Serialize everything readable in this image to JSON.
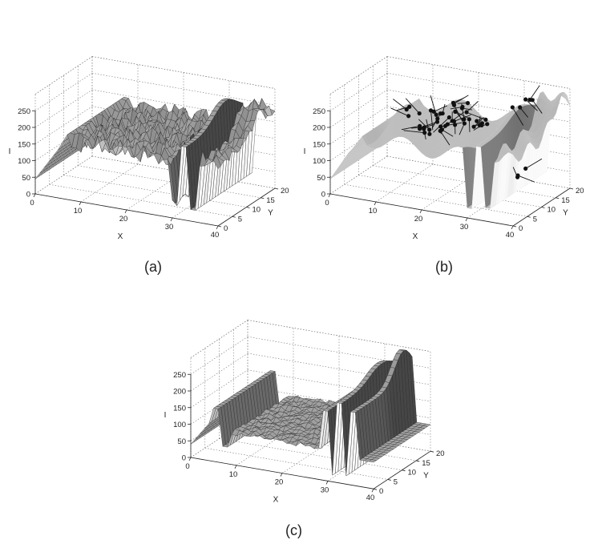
{
  "chart_data": [
    {
      "type": "surface",
      "panel_label": "(a)",
      "surface_style": "wireframe-mesh",
      "xlabel": "X",
      "ylabel": "Y",
      "zlabel": "I",
      "xlim": [
        0,
        40
      ],
      "ylim": [
        0,
        20
      ],
      "zlim": [
        0,
        250
      ],
      "x_ticks": [
        "0",
        "10",
        "20",
        "30",
        "40"
      ],
      "y_ticks": [
        "0",
        "5",
        "10",
        "15",
        "20"
      ],
      "z_ticks": [
        "0",
        "50",
        "100",
        "150",
        "200",
        "250"
      ],
      "grid": true
    },
    {
      "type": "surface",
      "panel_label": "(b)",
      "surface_style": "shaded-with-markers",
      "xlabel": "X",
      "ylabel": "Y",
      "zlabel": "I",
      "xlim": [
        0,
        40
      ],
      "ylim": [
        0,
        20
      ],
      "zlim": [
        0,
        250
      ],
      "x_ticks": [
        "0",
        "10",
        "20",
        "30",
        "40"
      ],
      "y_ticks": [
        "0",
        "5",
        "10",
        "15",
        "20"
      ],
      "z_ticks": [
        "0",
        "50",
        "100",
        "150",
        "200",
        "250"
      ],
      "grid": true
    },
    {
      "type": "surface",
      "panel_label": "(c)",
      "surface_style": "wireframe-mesh-smoothed",
      "xlabel": "X",
      "ylabel": "Y",
      "zlabel": "I",
      "xlim": [
        0,
        40
      ],
      "ylim": [
        0,
        20
      ],
      "zlim": [
        0,
        250
      ],
      "x_ticks": [
        "0",
        "10",
        "20",
        "30",
        "40"
      ],
      "y_ticks": [
        "0",
        "5",
        "10",
        "15",
        "20"
      ],
      "z_ticks": [
        "0",
        "50",
        "100",
        "150",
        "200",
        "250"
      ],
      "grid": true
    }
  ],
  "captions": {
    "a": "(a)",
    "b": "(b)",
    "c": "(c)"
  }
}
